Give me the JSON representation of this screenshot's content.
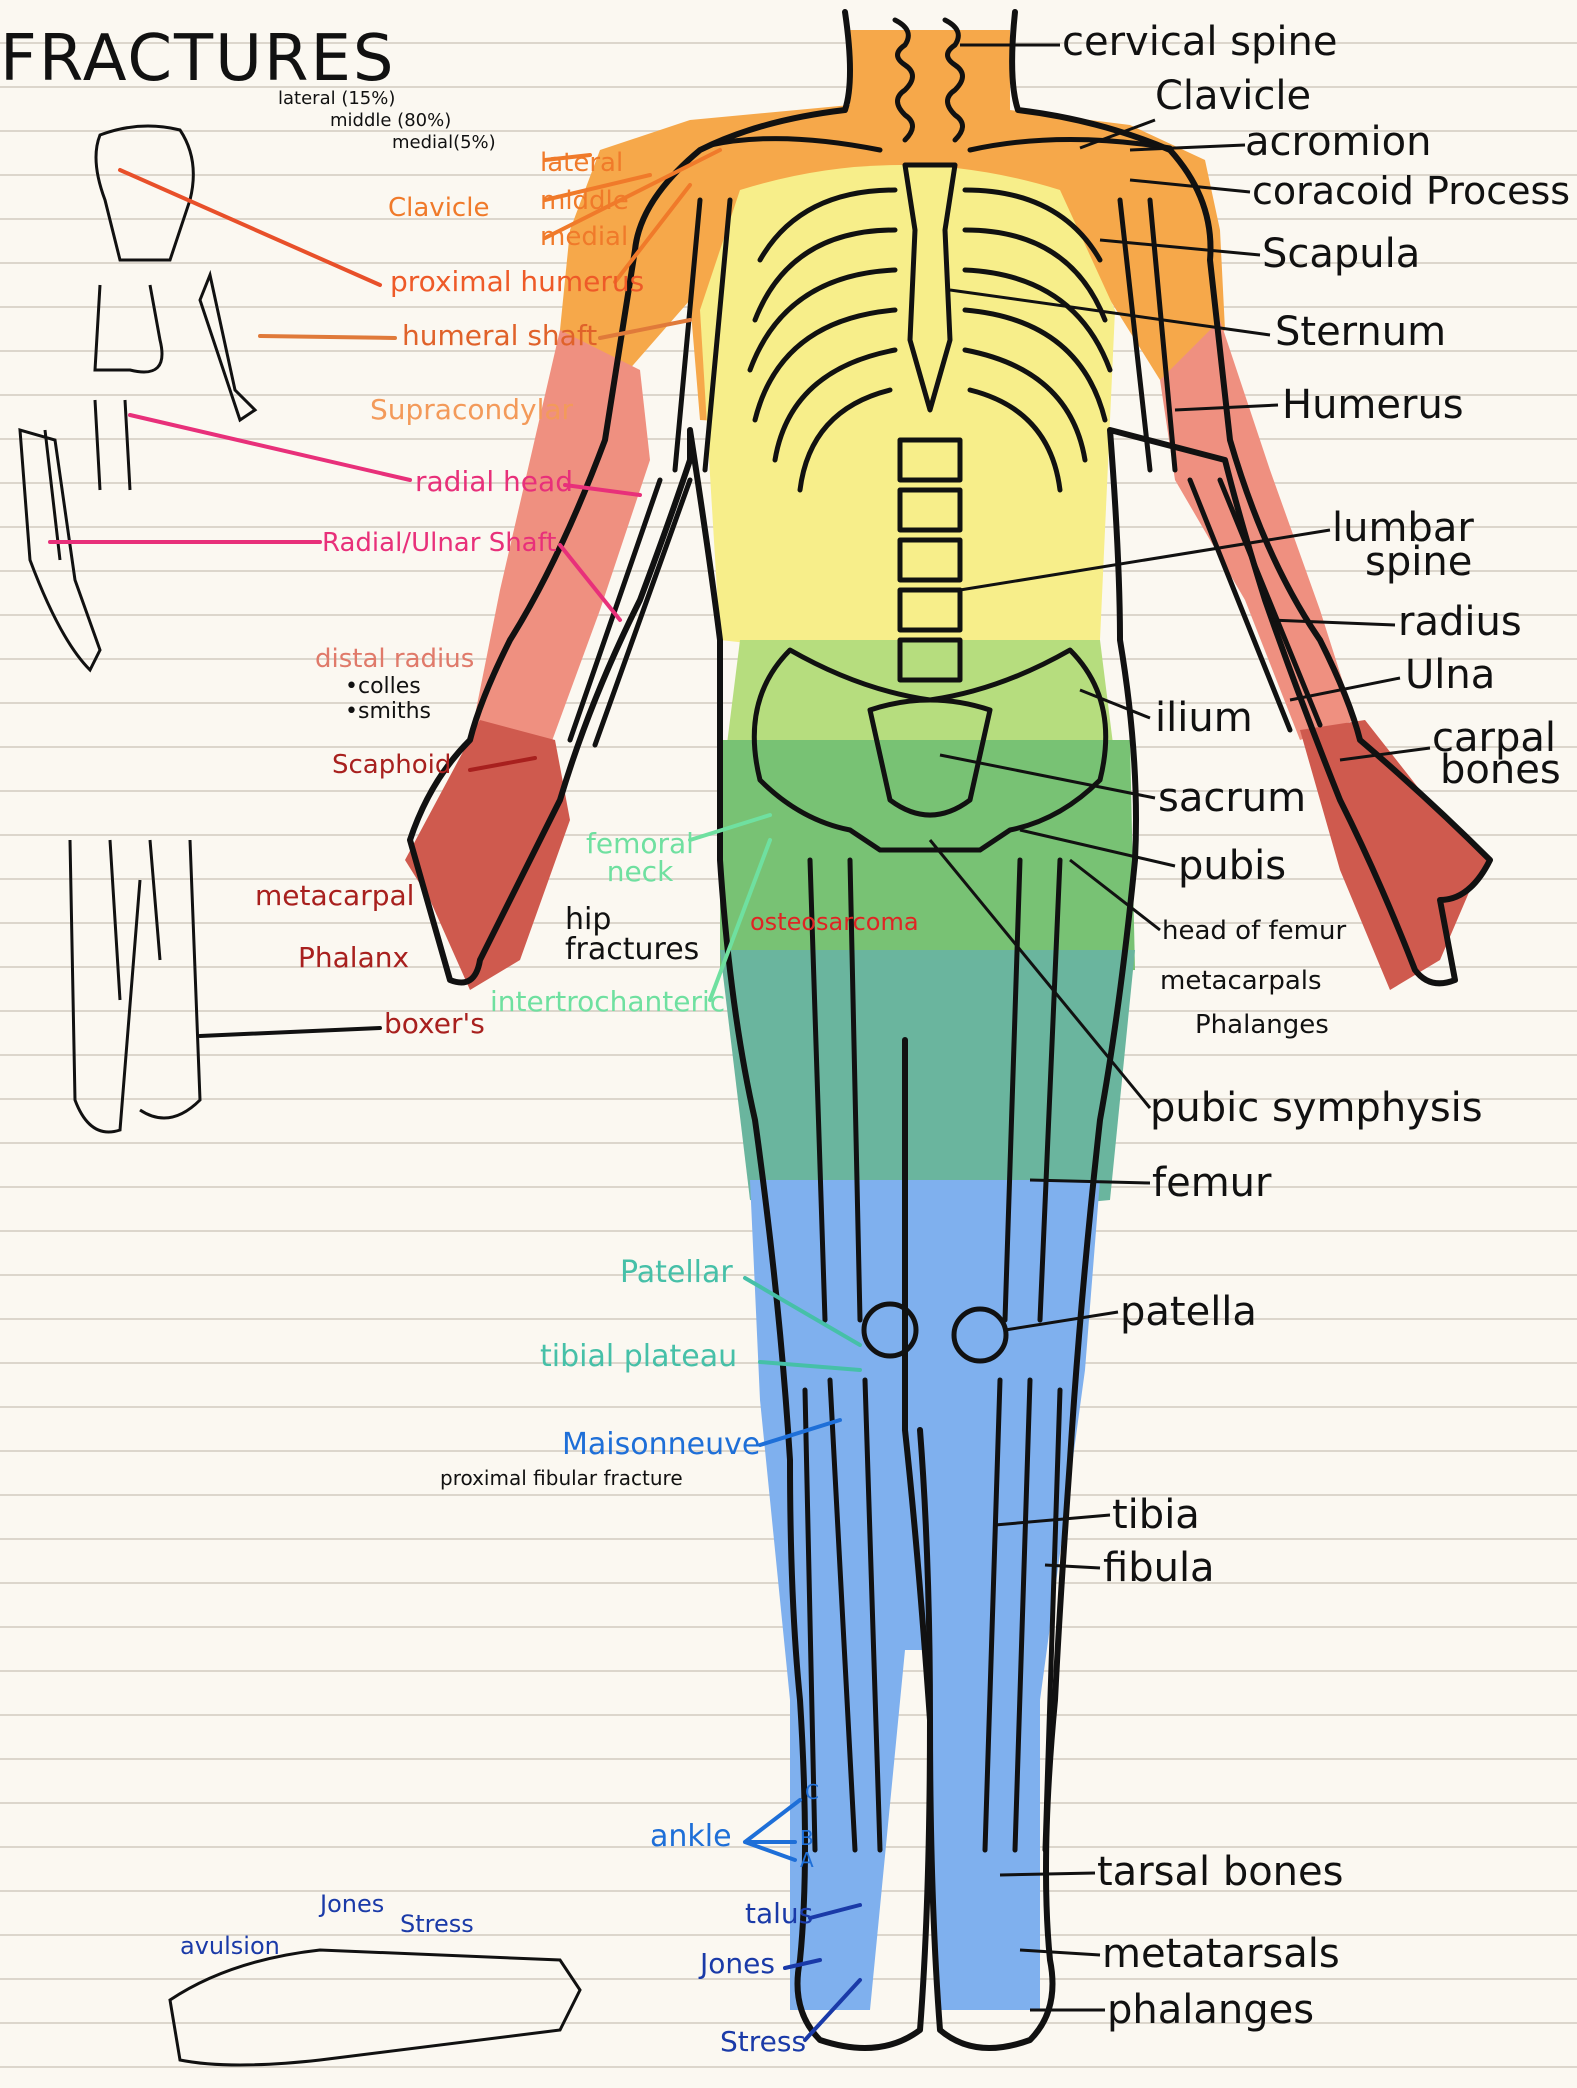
{
  "title": "FRACTURES",
  "clavicle_ratios": {
    "lateral": "lateral (15%)",
    "middle": "middle (80%)",
    "medial": "medial(5%)"
  },
  "left_labels": {
    "clavicle": "Clavicle",
    "lateral": "lateral",
    "middle": "middle",
    "medial": "medial",
    "proximal_humerus": "proximal humerus",
    "humeral_shaft": "humeral shaft",
    "supracondylar": "Supracondylar",
    "radial_head": "radial head",
    "radial_ulnar_shaft": "Radial/Ulnar Shaft",
    "distal_radius": "distal radius",
    "colles": "•colles",
    "smiths": "•smiths",
    "scaphoid": "Scaphoid",
    "metacarpal": "metacarpal",
    "phalanx": "Phalanx",
    "boxers": "boxer's",
    "femoral_neck": "femoral neck",
    "hip_fractures": "hip fractures",
    "intertrochanteric": "intertrochanteric",
    "osteosarcoma": "osteosarcoma",
    "patellar": "Patellar",
    "tibial_plateau": "tibial plateau",
    "maisonneuve": "Maisonneuve",
    "maisonneuve_note": "proximal fibular fracture",
    "ankle": "ankle",
    "ankle_c": "C",
    "ankle_b": "B",
    "ankle_a": "A",
    "talus": "talus",
    "jones": "Jones",
    "stress": "Stress"
  },
  "foot_labels": {
    "jones": "Jones",
    "stress": "Stress",
    "avulsion": "avulsion"
  },
  "right_labels": {
    "cervical_spine": "cervical spine",
    "clavicle": "Clavicle",
    "acromion": "acromion",
    "coracoid": "coracoid Process",
    "scapula": "Scapula",
    "sternum": "Sternum",
    "humerus": "Humerus",
    "lumbar": "lumbar",
    "spine": "spine",
    "radius": "radius",
    "ulna": "Ulna",
    "carpal": "carpal",
    "bones": "bones",
    "ilium": "ilium",
    "sacrum": "sacrum",
    "pubis": "pubis",
    "head_of_femur": "head of femur",
    "metacarpals": "metacarpals",
    "phalanges_hand": "Phalanges",
    "pubic_symphysis": "pubic symphysis",
    "femur": "femur",
    "patella": "patella",
    "tibia": "tibia",
    "fibula": "fibula",
    "tarsal_bones": "tarsal bones",
    "metatarsals": "metatarsals",
    "phalanges_foot": "phalanges"
  },
  "colors": {
    "orange": "#f07a2a",
    "pink": "#e8307a",
    "light_orange": "#f39a5a",
    "salmon": "#e07a6a",
    "dark_red": "#a8201e",
    "mint": "#6fe0a0",
    "green": "#1f9a3a",
    "red": "#e02424",
    "teal": "#46c0a8",
    "blue": "#1e6fd8",
    "dark_blue": "#1a3aa8",
    "region_orange": "#f6a84a",
    "region_yellow": "#f7ee8a",
    "region_salmon": "#ef9080",
    "region_red": "#cf5a4e",
    "region_lightgreen": "#b6dd7e",
    "region_green": "#78c274",
    "region_teal": "#6ab59e",
    "region_blue": "#7fb0ee"
  }
}
